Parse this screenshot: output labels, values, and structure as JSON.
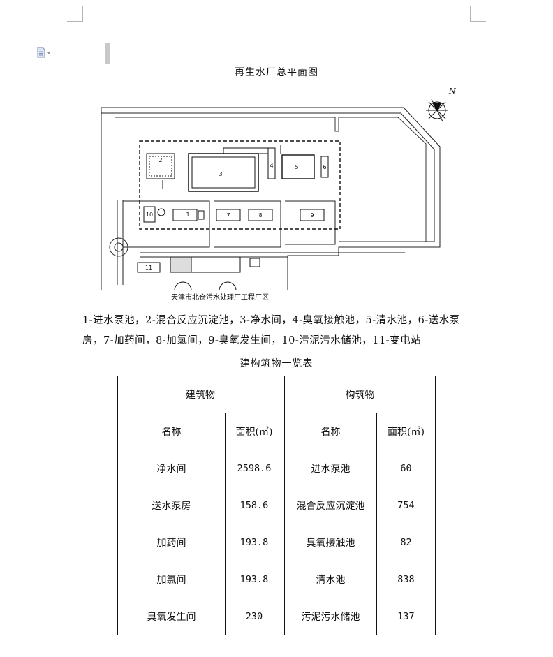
{
  "figure_title": "再生水厂总平面图",
  "plan": {
    "caption": "天津市北仓污水处理厂工程厂区",
    "north_label": "N",
    "unit_labels": [
      "1",
      "2",
      "3",
      "4",
      "5",
      "6",
      "7",
      "8",
      "9",
      "10",
      "11"
    ]
  },
  "legend_text": "1-进水泵池，2-混合反应沉淀池，3-净水间，4-臭氧接触池，5-清水池，6-送水泵房，7-加药间，8-加氯间，9-臭氧发生间，10-污泥污水储池，11-变电站",
  "table": {
    "title": "建构筑物一览表",
    "group_headers": [
      "建筑物",
      "构筑物"
    ],
    "col_headers": [
      "名称",
      "面积(㎡)",
      "名称",
      "面积(㎡)"
    ],
    "rows": [
      [
        "净水间",
        "2598.6",
        "进水泵池",
        "60"
      ],
      [
        "送水泵房",
        "158.6",
        "混合反应沉淀池",
        "754"
      ],
      [
        "加药间",
        "193.8",
        "臭氧接触池",
        "82"
      ],
      [
        "加氯间",
        "193.8",
        "清水池",
        "838"
      ],
      [
        "臭氧发生间",
        "230",
        "污泥污水储池",
        "137"
      ]
    ]
  }
}
